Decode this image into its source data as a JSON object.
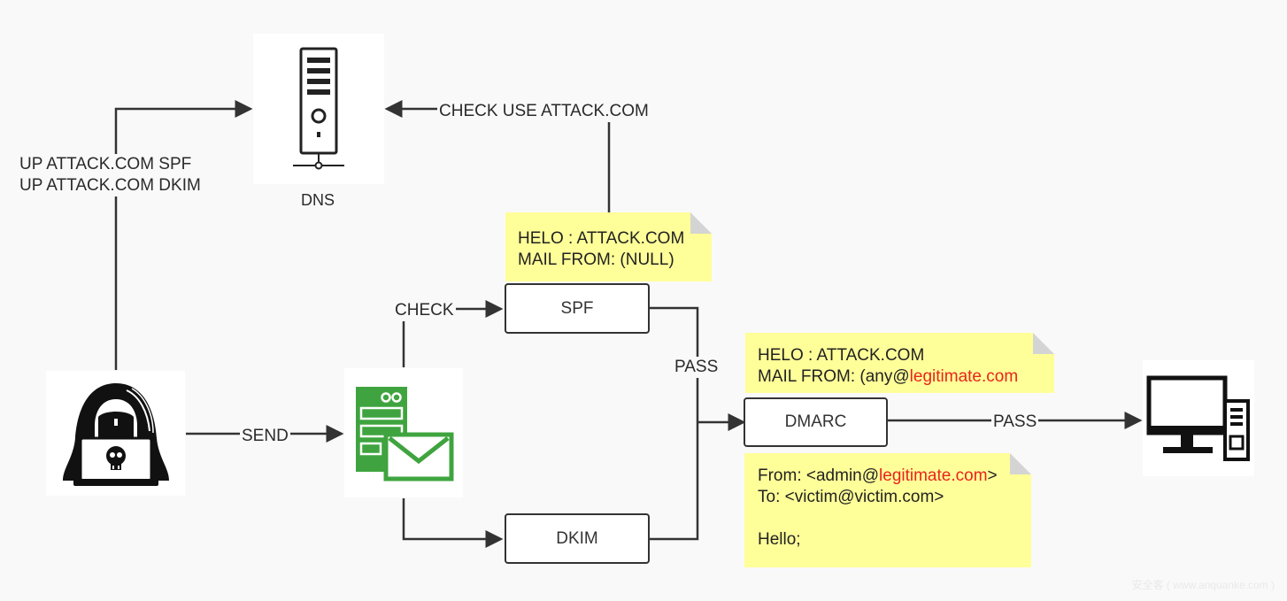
{
  "nodes": {
    "dns_label": "DNS",
    "spf_label": "SPF",
    "dkim_label": "DKIM",
    "dmarc_label": "DMARC"
  },
  "edges": {
    "up_spf": "UP ATTACK.COM SPF",
    "up_dkim": "UP ATTACK.COM DKIM",
    "check_use": "CHECK USE ATTACK.COM",
    "check": "CHECK",
    "send": "SEND",
    "pass_spf_dkim": "PASS",
    "pass_dmarc": "PASS"
  },
  "notes": {
    "spf_note": {
      "line1": "HELO : ATTACK.COM",
      "line2": "MAIL FROM: (NULL)"
    },
    "dmarc_note": {
      "line1": "HELO : ATTACK.COM",
      "line2_prefix": "MAIL FROM: (any@",
      "line2_domain": "legitimate.com"
    },
    "email_note": {
      "from_prefix": "From: <admin@",
      "from_domain": "legitimate.com",
      "from_suffix": ">",
      "to": "To: <victim@victim.com>",
      "body": "Hello;"
    }
  },
  "icons": {
    "attacker": "hacker-laptop-icon",
    "mail_server": "mail-server-icon",
    "dns_server": "server-tower-icon",
    "victim": "desktop-computer-icon"
  },
  "colors": {
    "note_fill": "#ffff99",
    "highlight_red": "#e8241b",
    "mail_green": "#3fa43f",
    "line": "#333333"
  },
  "watermark": "安全客 ( www.anquanke.com )"
}
